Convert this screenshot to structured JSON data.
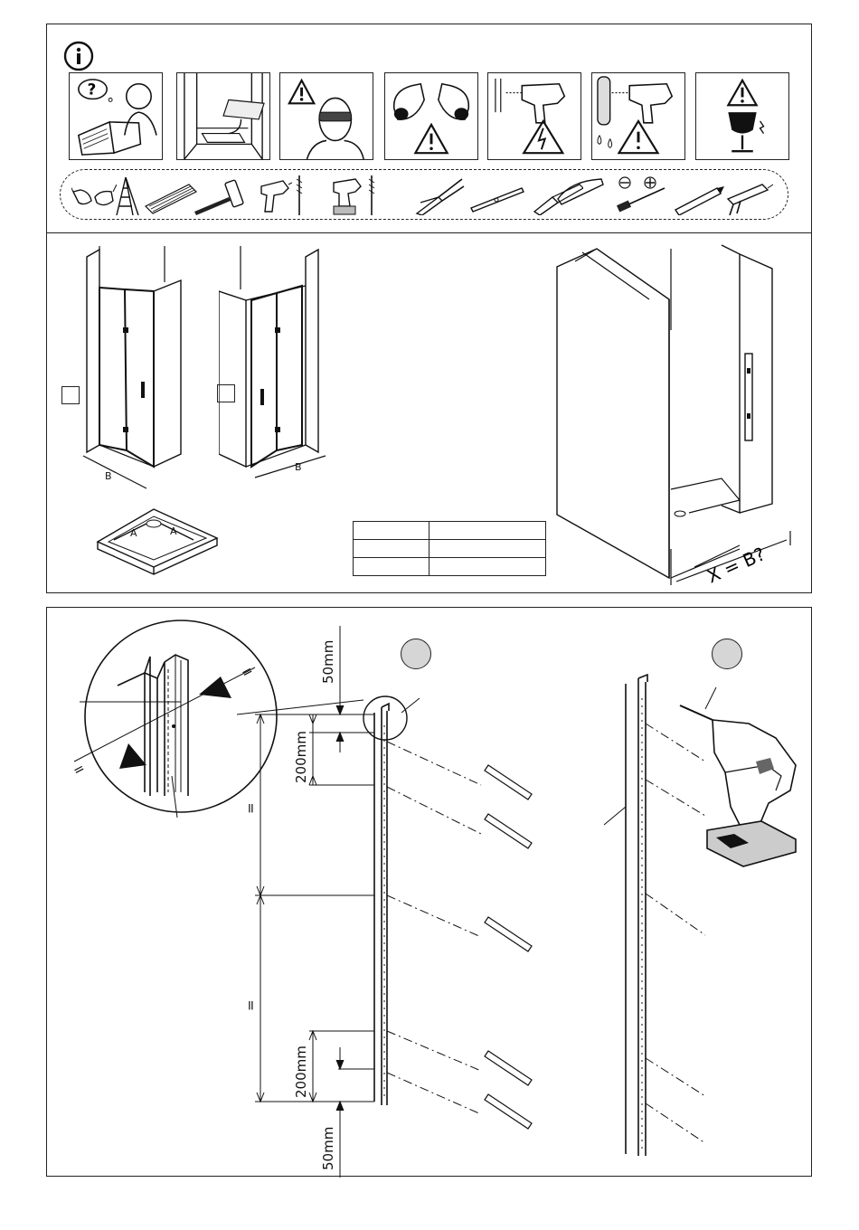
{
  "top_panel": {
    "info_icon": "info-icon",
    "warning_boxes": [
      {
        "icon": "read-manual-icon",
        "label": "?"
      },
      {
        "icon": "check-packaging-icon"
      },
      {
        "icon": "wear-safety-glasses-warning-icon"
      },
      {
        "icon": "wear-safety-shoes-warning-icon"
      },
      {
        "icon": "electric-cable-drill-warning-icon"
      },
      {
        "icon": "water-pipe-drill-warning-icon"
      },
      {
        "icon": "fragile-glass-warning-icon"
      }
    ],
    "tools": [
      "safety-glasses-icon",
      "step-ladder-icon",
      "brush-icon",
      "hammer-icon",
      "drill-icon",
      "drill-bit-icon",
      "cordless-drill-icon",
      "drill-bit-icon",
      "pliers-icon",
      "spirit-level-icon",
      "utility-knife-icon",
      "hacksaw-icon",
      "screwdriver-icon",
      "pencil-icon",
      "caulking-gun-icon"
    ],
    "screwdriver_symbols": [
      "⊖",
      "⊕"
    ],
    "variant_dim_label": "B",
    "tray_dim_label": "A",
    "measure_label": "X = B?",
    "table_rows": [
      [
        "",
        ""
      ],
      [
        "",
        ""
      ],
      [
        "",
        ""
      ]
    ]
  },
  "bottom_panel": {
    "step_circles": [
      "",
      ""
    ],
    "dimensions": {
      "top_offset": "50mm",
      "top_spacing": "200mm",
      "equal_top": "=",
      "equal_bottom": "=",
      "bottom_spacing": "200mm",
      "bottom_offset": "50mm"
    },
    "detail_equal_marks": [
      "=",
      "="
    ]
  }
}
